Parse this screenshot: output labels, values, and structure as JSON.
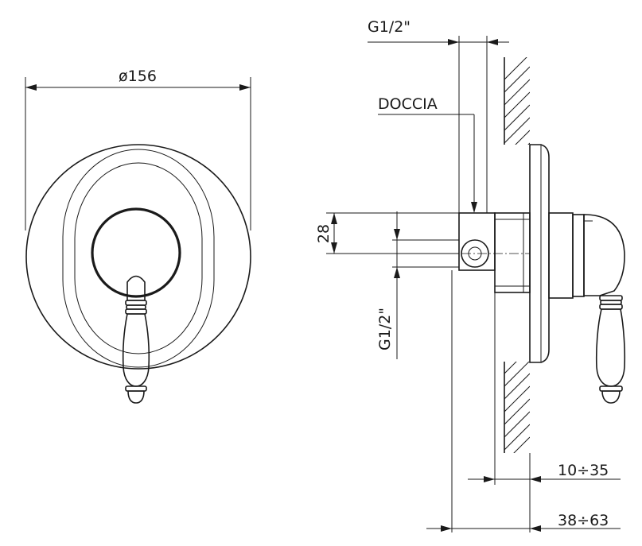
{
  "labels": {
    "diameter": "ø156",
    "thread_top": "G1/2\"",
    "outlet": "DOCCIA",
    "height": "28",
    "thread_side": "G1/2\"",
    "depth_min": "10÷35",
    "depth_max": "38÷63"
  },
  "colors": {
    "line": "#1a1a1a",
    "background": "#ffffff"
  }
}
